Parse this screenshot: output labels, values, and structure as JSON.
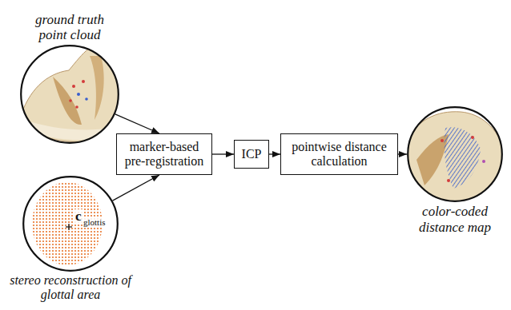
{
  "diagram": {
    "nodes": [
      {
        "text": [
          "ground truth point cloud"
        ]
      },
      {
        "text": [
          "stereo reconstruction of glottal area"
        ]
      },
      {
        "text": [
          "marker-based pre-registration"
        ]
      },
      {
        "text": [
          "ICP"
        ]
      },
      {
        "text": [
          "pointwise distance calculation"
        ]
      },
      {
        "text": [
          "color-coded distance map"
        ]
      }
    ],
    "edges": [
      {
        "from": 0,
        "to": 2,
        "arrow": "to"
      },
      {
        "from": 1,
        "to": 2,
        "arrow": "to"
      },
      {
        "from": 2,
        "to": 3,
        "arrow": "to"
      },
      {
        "from": 3,
        "to": 4,
        "arrow": "to"
      },
      {
        "from": 4,
        "to": 5,
        "arrow": "to"
      }
    ],
    "labels": [
      "c",
      "glottis"
    ]
  }
}
